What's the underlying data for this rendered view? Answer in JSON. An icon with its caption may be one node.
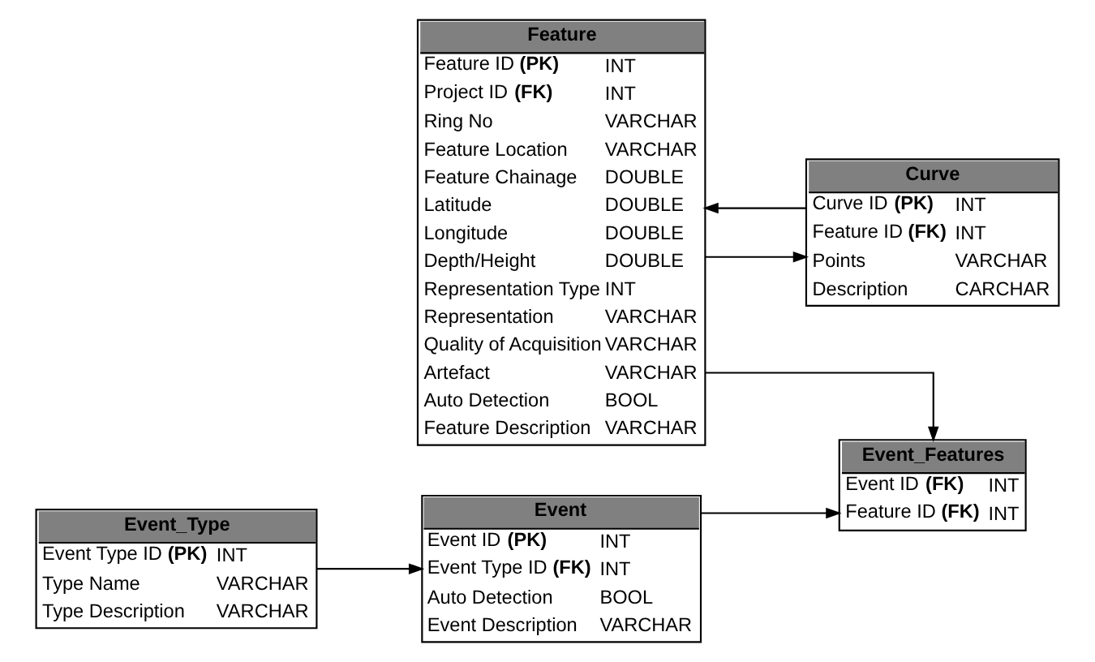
{
  "diagram": {
    "nodes": [
      {
        "text": [
          "Feature",
          "Feature ID **(PK)**",
          "INT",
          "Project ID **(FK)**",
          "INT",
          "Ring No",
          "VARCHAR",
          "Feature Location",
          "VARCHAR",
          "Feature Chainage",
          "DOUBLE",
          "Latitude",
          "DOUBLE",
          "Longitude",
          "DOUBLE",
          "Depth/Height",
          "DOUBLE",
          "Representation Type",
          "INT",
          "Representation",
          "VARCHAR",
          "Quality of Acquisition",
          "VARCHAR",
          "Artefact",
          "VARCHAR",
          "Auto Detection",
          "BOOL",
          "Feature Description",
          "VARCHAR"
        ]
      },
      {
        "text": [
          "Event",
          "Event ID **(PK)**",
          "INT",
          "Event Type ID **(FK)**",
          "INT",
          "Auto Detection",
          "BOOL",
          "Event Description",
          "VARCHAR"
        ]
      },
      {
        "text": [
          "Event_Type",
          "Event Type ID **(PK)**",
          "INT",
          "Type Name",
          "VARCHAR",
          "Type Description",
          "VARCHAR"
        ]
      },
      {
        "text": [
          "Curve",
          "Curve ID **(PK)**",
          "INT",
          "Feature ID **(FK)**",
          "INT",
          "Points",
          "VARCHAR",
          "Description",
          "CARCHAR"
        ]
      },
      {
        "text": [
          "Event_Features",
          "Event ID **(FK)**",
          "INT",
          "Feature ID **(FK)**",
          "INT"
        ]
      }
    ],
    "edges": [
      {
        "from": 0,
        "to": 4,
        "arrow": "to"
      },
      {
        "from": 0,
        "to": 3,
        "arrow": "to"
      },
      {
        "from": 1,
        "to": 4,
        "arrow": "to"
      },
      {
        "from": 3,
        "to": 0,
        "arrow": "to"
      },
      {
        "from": 2,
        "to": 1,
        "arrow": "to"
      }
    ]
  }
}
